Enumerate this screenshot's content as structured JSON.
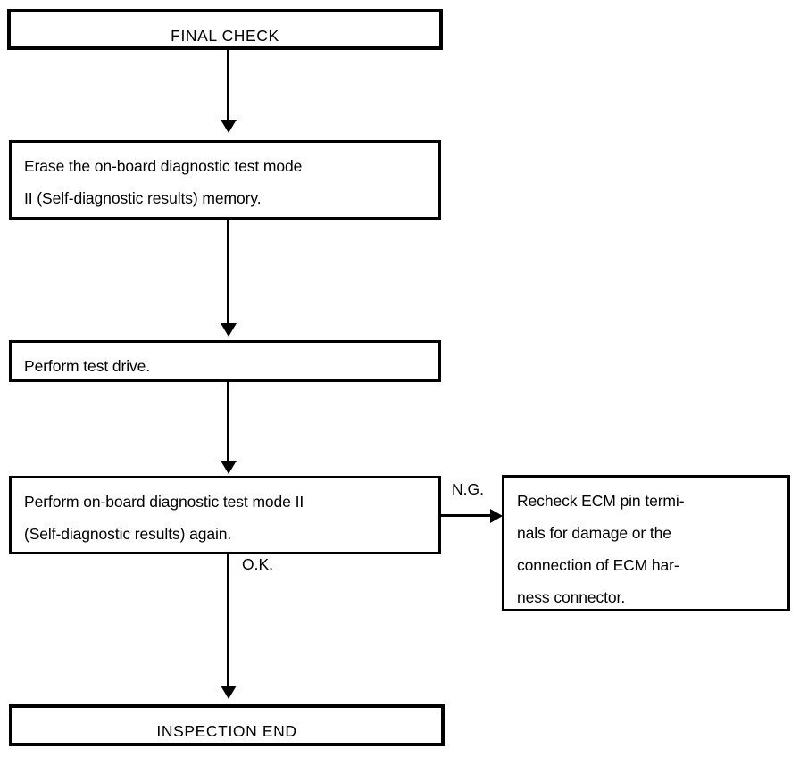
{
  "diagram": {
    "title": "FINAL CHECK",
    "nodes": [
      {
        "id": "final-check",
        "label": "FINAL CHECK",
        "align": "center"
      },
      {
        "id": "erase-memory",
        "label": "Erase the on-board diagnostic test mode\nII (Self-diagnostic results) memory.",
        "align": "left"
      },
      {
        "id": "test-drive",
        "label": "Perform test drive.",
        "align": "left"
      },
      {
        "id": "perform-again",
        "label": "Perform on-board diagnostic test mode II\n(Self-diagnostic results) again.",
        "align": "left"
      },
      {
        "id": "recheck-ecm",
        "label": "Recheck ECM pin termi-\nnals for damage or the\nconnection of ECM har-\nness connector.",
        "align": "left"
      },
      {
        "id": "inspection-end",
        "label": "INSPECTION END",
        "align": "center"
      }
    ],
    "branch_labels": {
      "ng": "N.G.",
      "ok": "O.K."
    },
    "colors": {
      "line": "#000000",
      "background": "#ffffff",
      "text": "#000000"
    }
  }
}
